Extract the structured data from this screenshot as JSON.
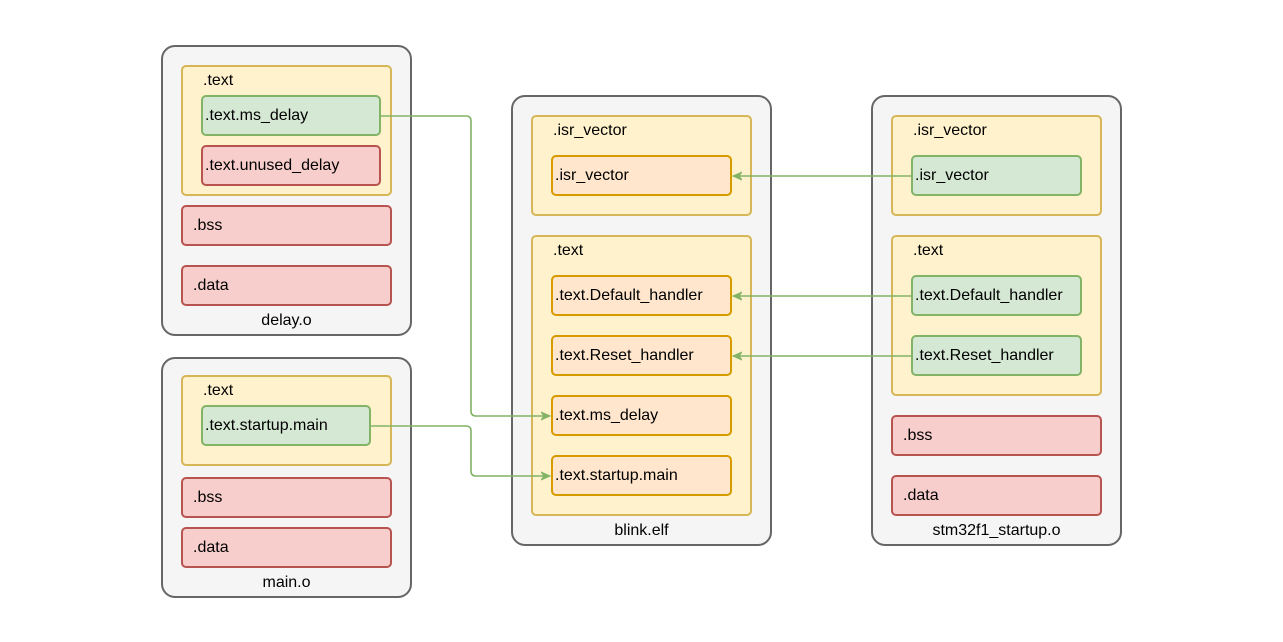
{
  "colors": {
    "kept_fill": "#d5e8d4",
    "kept_stroke": "#82b366",
    "removed_fill": "#f8cecc",
    "removed_stroke": "#b85450",
    "linked_fill": "#ffe6cc",
    "linked_stroke": "#d79b00",
    "section_fill": "#fff2cc",
    "section_stroke": "#d6b656",
    "container_fill": "#f5f5f5",
    "container_stroke": "#666666",
    "arrow": "#82b366"
  },
  "delay_o": {
    "name": "delay.o",
    "text_section": ".text",
    "ms_delay": ".text.ms_delay",
    "unused_delay": ".text.unused_delay",
    "bss": ".bss",
    "data": ".data"
  },
  "main_o": {
    "name": "main.o",
    "text_section": ".text",
    "startup_main": ".text.startup.main",
    "bss": ".bss",
    "data": ".data"
  },
  "blink_elf": {
    "name": "blink.elf",
    "isr_section": ".isr_vector",
    "isr_vector": ".isr_vector",
    "text_section": ".text",
    "default_handler": ".text.Default_handler",
    "reset_handler": ".text.Reset_handler",
    "ms_delay": ".text.ms_delay",
    "startup_main": ".text.startup.main"
  },
  "startup_o": {
    "name": "stm32f1_startup.o",
    "isr_section": ".isr_vector",
    "isr_vector": ".isr_vector",
    "text_section": ".text",
    "default_handler": ".text.Default_handler",
    "reset_handler": ".text.Reset_handler",
    "bss": ".bss",
    "data": ".data"
  }
}
